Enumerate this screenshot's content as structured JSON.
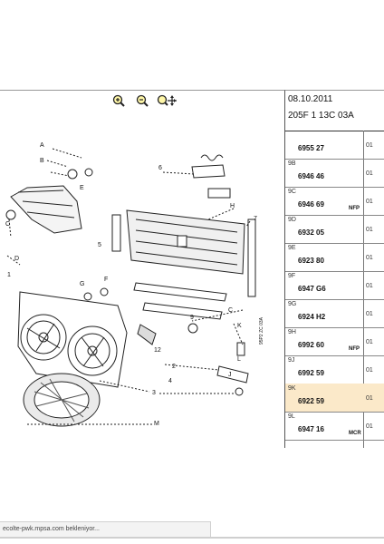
{
  "toolbar": {
    "zoom_in_icon": "zoom-in-icon",
    "zoom_out_icon": "zoom-out-icon",
    "pan_icon": "pan-icon"
  },
  "header": {
    "date": "08.10.2011",
    "model": "205F  1  13C 03A"
  },
  "parts": [
    {
      "code": "",
      "ref": "6955 27",
      "qty": "01",
      "nfp": ""
    },
    {
      "code": "9B",
      "ref": "6946 46",
      "qty": "01",
      "nfp": ""
    },
    {
      "code": "9C",
      "ref": "6946 69",
      "qty": "01",
      "nfp": "NFP"
    },
    {
      "code": "9D",
      "ref": "6932 05",
      "qty": "01",
      "nfp": ""
    },
    {
      "code": "9E",
      "ref": "6923 80",
      "qty": "01",
      "nfp": ""
    },
    {
      "code": "9F",
      "ref": "6947 G6",
      "qty": "01",
      "nfp": ""
    },
    {
      "code": "9G",
      "ref": "6924 H2",
      "qty": "01",
      "nfp": ""
    },
    {
      "code": "9H",
      "ref": "6992 60",
      "qty": "01",
      "nfp": "NFP"
    },
    {
      "code": "9J",
      "ref": "6992 59",
      "qty": "01",
      "nfp": ""
    },
    {
      "code": "9K",
      "ref": "6922 59",
      "qty": "01",
      "nfp": "",
      "selected": true
    },
    {
      "code": "9L",
      "ref": "6947 16",
      "qty": "01",
      "nfp": "MCR"
    }
  ],
  "diagram": {
    "labels": [
      "A",
      "B",
      "E",
      "C",
      "D",
      "1",
      "G",
      "F",
      "5",
      "6",
      "H",
      "7",
      "9",
      "K",
      "L",
      "2",
      "3",
      "12",
      "M",
      "4",
      "J",
      "C"
    ],
    "stamp": "95P2 ZC 03A"
  },
  "status": {
    "text": "ecolte-pwk.mpsa.com bekleniyor..."
  },
  "colors": {
    "selected_row": "#fbe9c9",
    "line": "#222222"
  }
}
